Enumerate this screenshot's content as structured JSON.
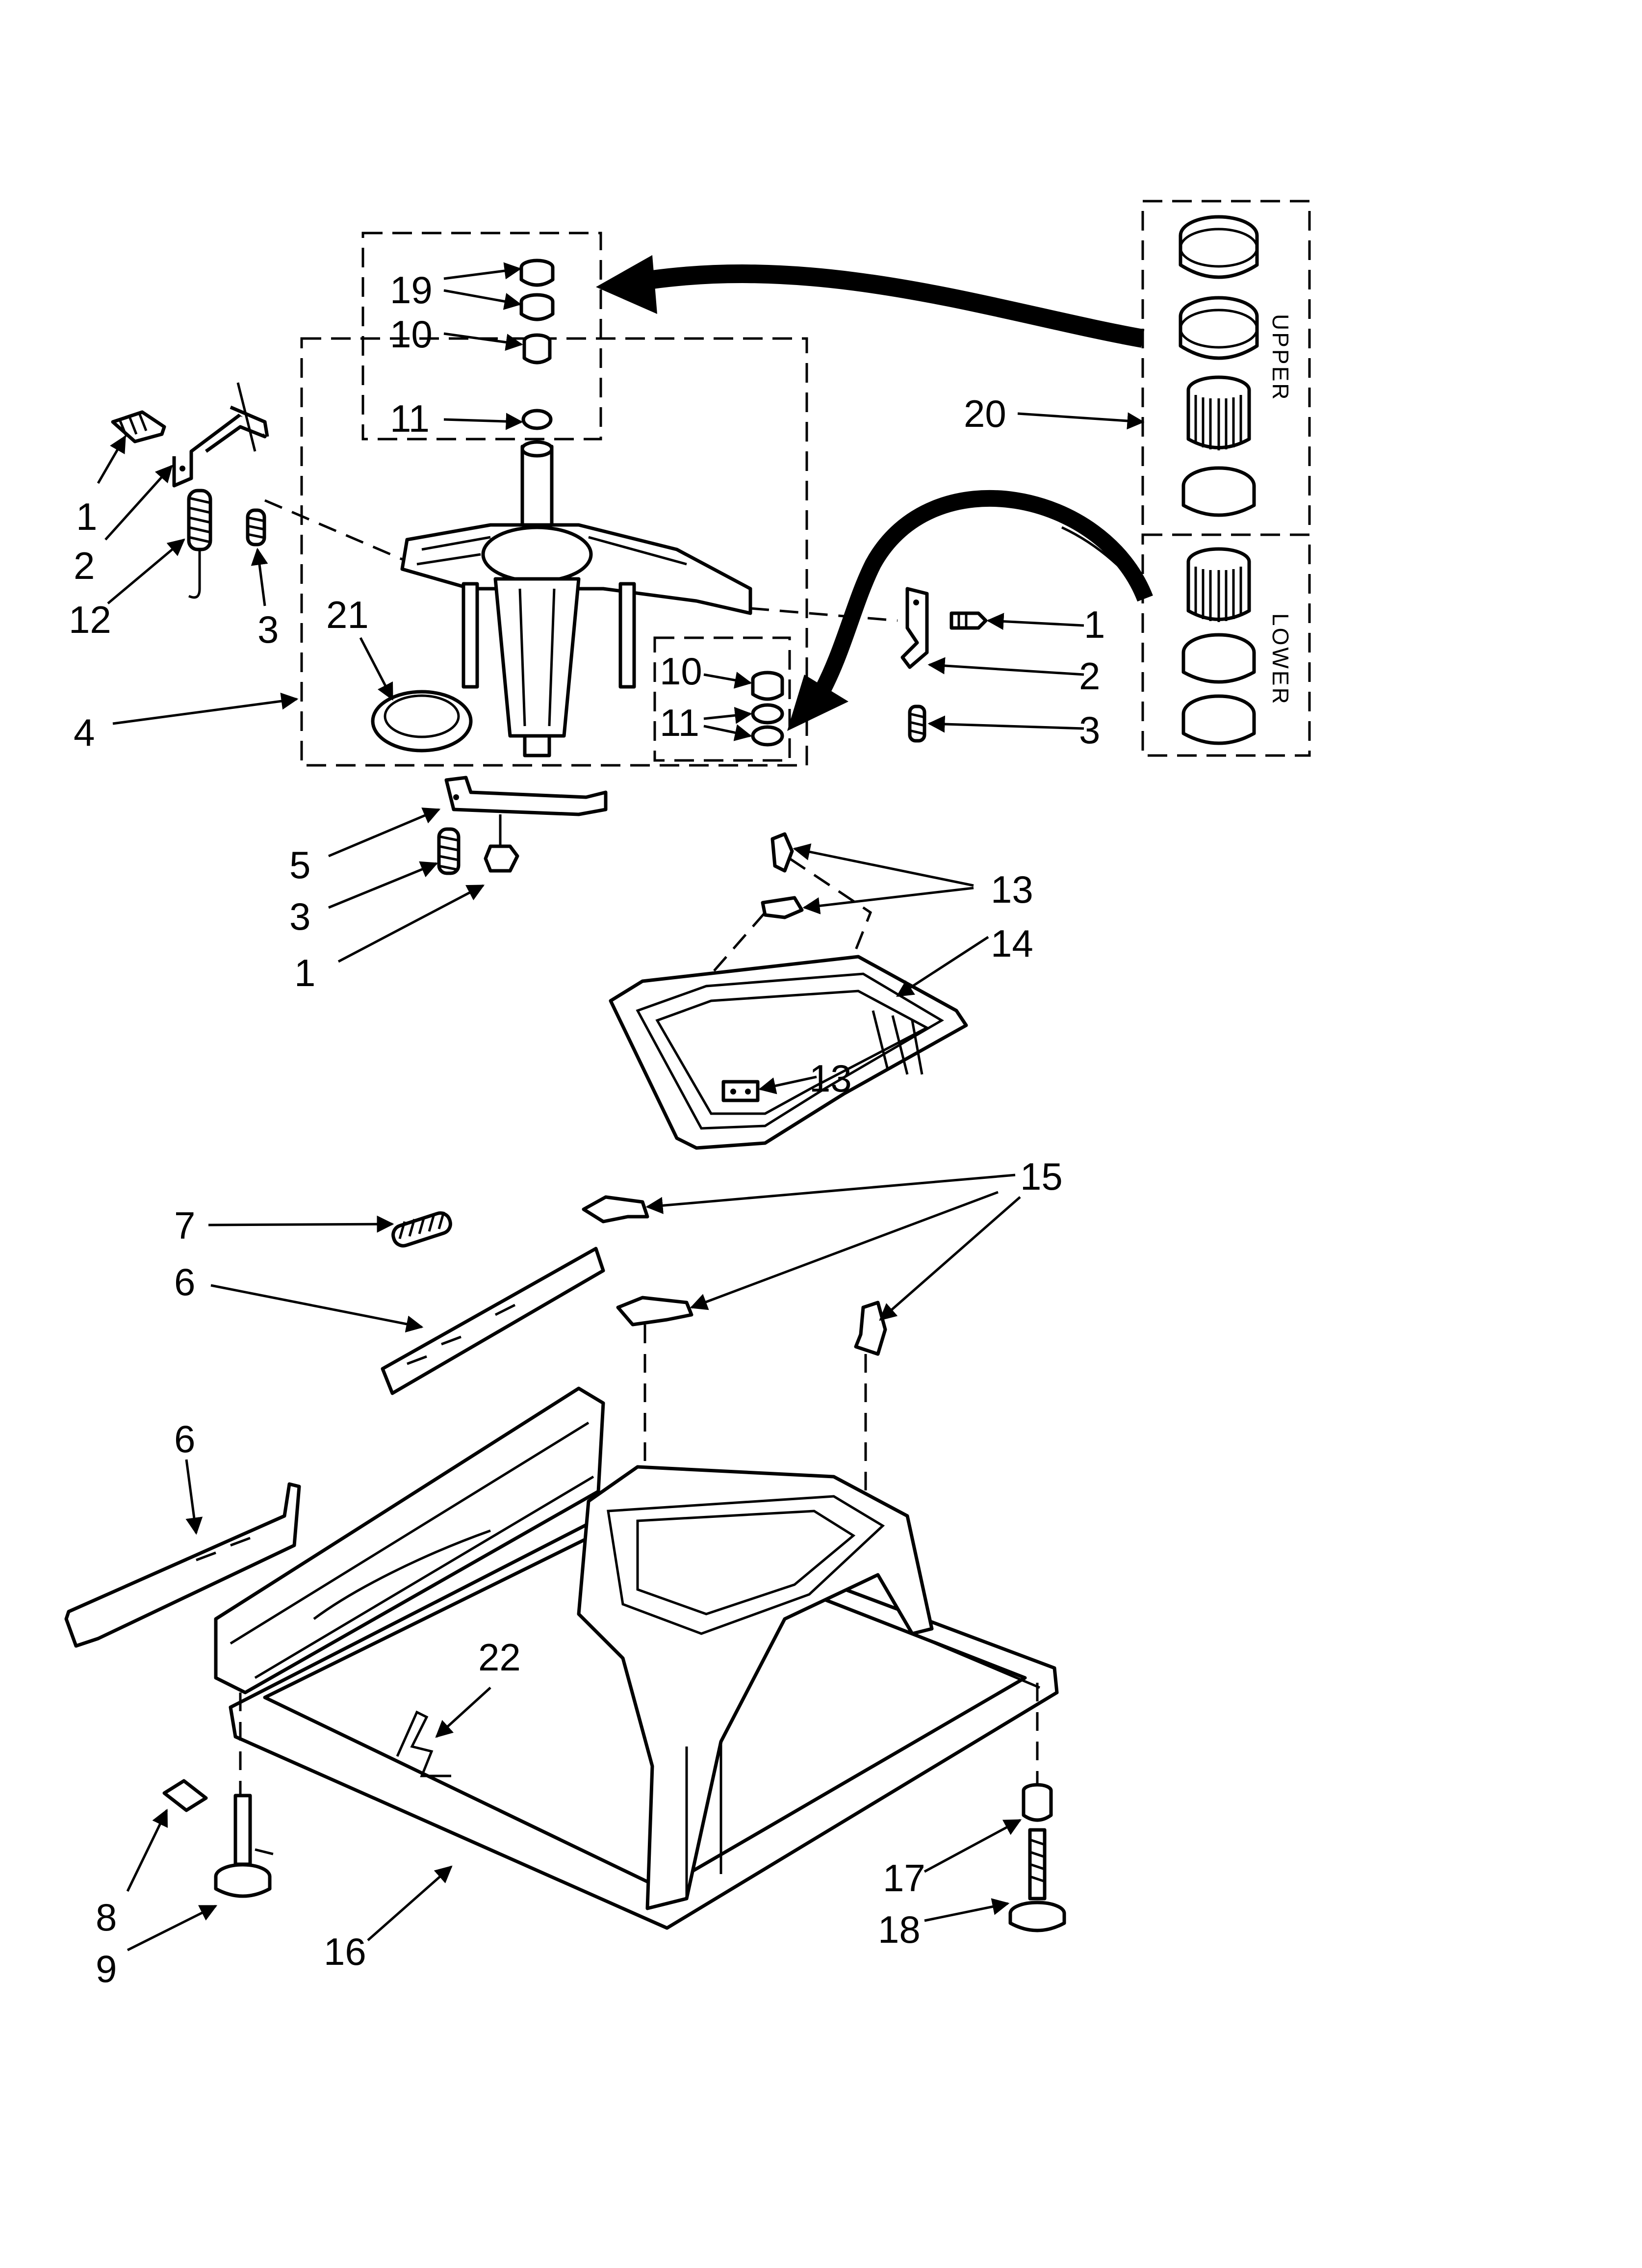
{
  "callouts": {
    "c19": "19",
    "c10a": "10",
    "c11a": "11",
    "c20": "20",
    "c1a": "1",
    "c2a": "2",
    "c12": "12",
    "c3a": "3",
    "c21": "21",
    "c4": "4",
    "c10b": "10",
    "c11b": "11",
    "c1b": "1",
    "c2b": "2",
    "c3b": "3",
    "c5": "5",
    "c3c": "3",
    "c1c": "1",
    "c13a": "13",
    "c14": "14",
    "c13b": "13",
    "c7": "7",
    "c15": "15",
    "c6a": "6",
    "c6b": "6",
    "c22": "22",
    "c8": "8",
    "c9": "9",
    "c16": "16",
    "c17": "17",
    "c18": "18"
  },
  "kit_labels": {
    "upper": "UPPER",
    "lower": "LOWER"
  },
  "colors": {
    "ink": "#000000",
    "paper": "#ffffff"
  }
}
